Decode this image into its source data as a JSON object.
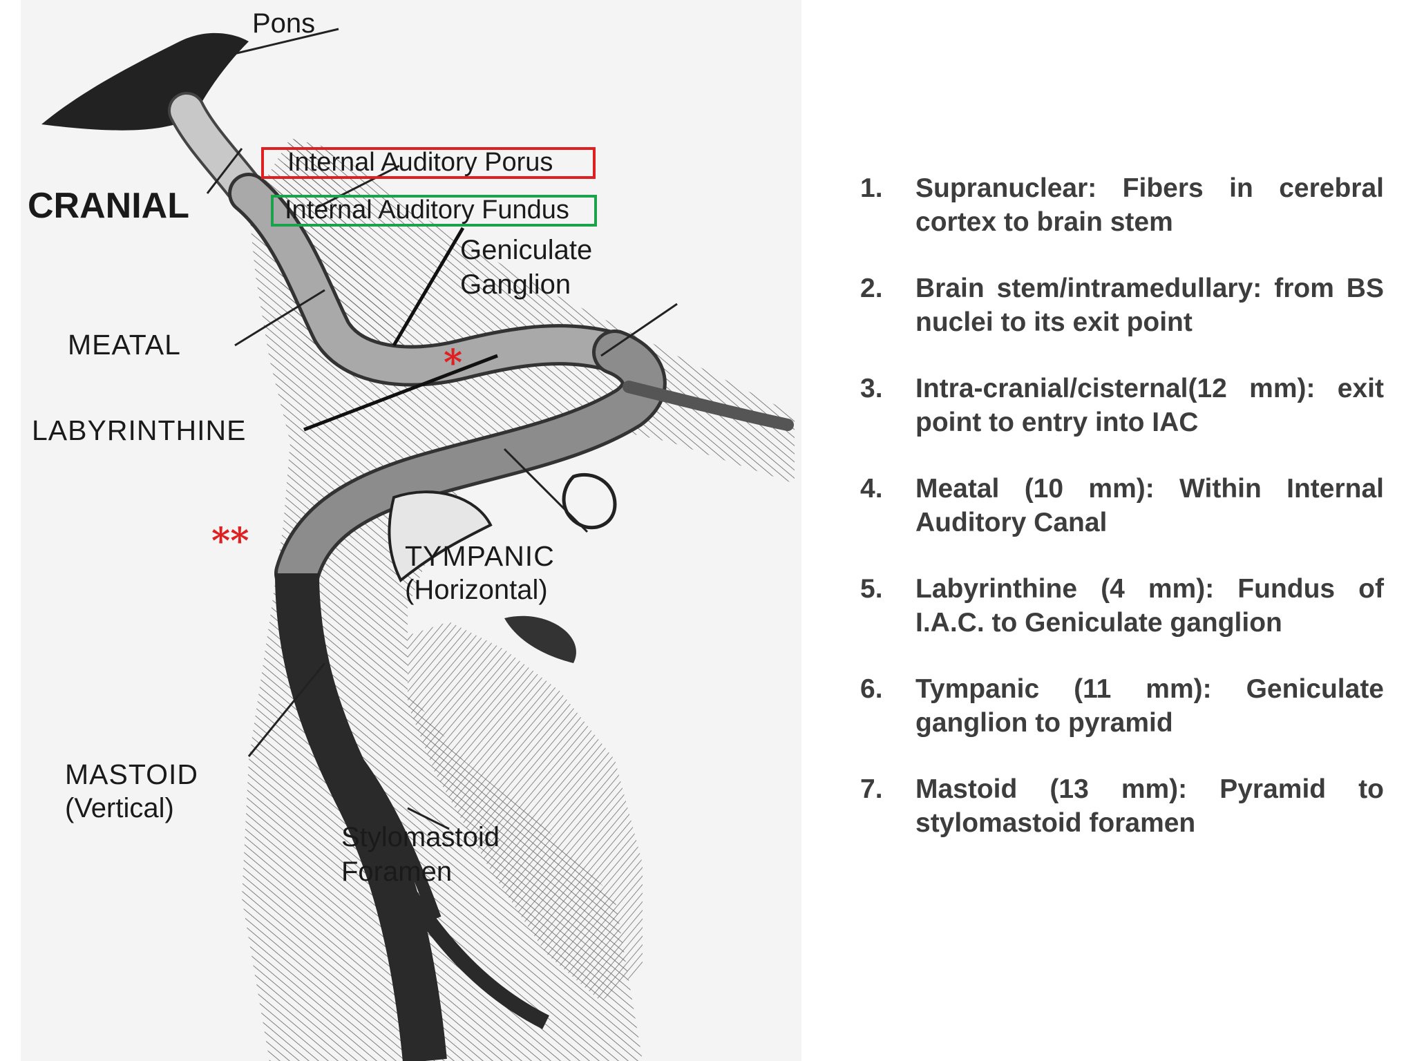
{
  "diagram": {
    "labels": {
      "pons": "Pons",
      "cranial": "CRANIAL",
      "porus": "Internal Auditory  Porus",
      "fundus": "Internal Auditory Fundus",
      "geniculate_1": "Geniculate",
      "geniculate_2": "Ganglion",
      "meatal": "MEATAL",
      "labyrinthine": "LABYRINTHINE",
      "tympanic_1": "TYMPANIC",
      "tympanic_2": "(Horizontal)",
      "mastoid_1": "MASTOID",
      "mastoid_2": "(Vertical)",
      "stylomastoid_1": "Stylomastoid",
      "stylomastoid_2": "Foramen"
    },
    "markers": {
      "single": "*",
      "double": "**"
    },
    "colors": {
      "porus_box": "#e02020",
      "fundus_box": "#1aa34a",
      "marker": "#e02020"
    }
  },
  "segments": [
    {
      "number": "1.",
      "text": "Supranuclear: Fibers in cerebral cortex to brain stem"
    },
    {
      "number": "2.",
      "text": "Brain stem/intramedullary: from BS nuclei to its exit point"
    },
    {
      "number": "3.",
      "text": "Intra-cranial/cisternal(12 mm): exit point to entry into IAC"
    },
    {
      "number": "4.",
      "text": "Meatal (10 mm): Within Internal Auditory Canal"
    },
    {
      "number": "5.",
      "text": "Labyrinthine (4 mm): Fundus of I.A.C. to Geniculate ganglion"
    },
    {
      "number": "6.",
      "text": "Tympanic (11 mm): Geniculate ganglion to pyramid"
    },
    {
      "number": "7.",
      "text": "Mastoid (13 mm): Pyramid to stylomastoid foramen"
    }
  ]
}
